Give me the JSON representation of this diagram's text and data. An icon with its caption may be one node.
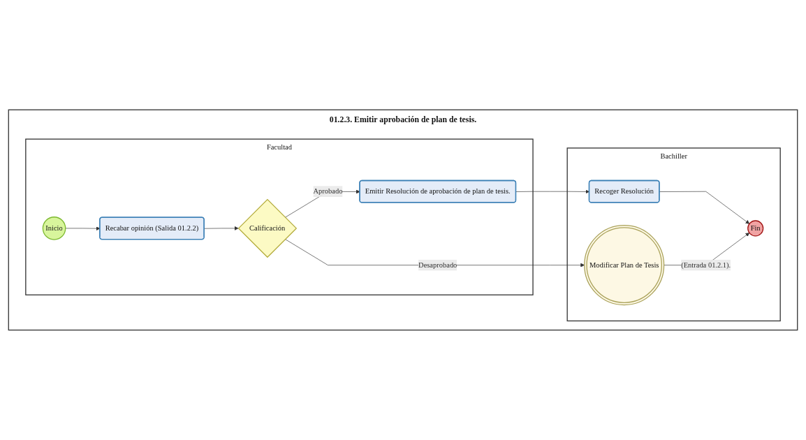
{
  "diagram": {
    "nodes": [
      {
        "text": [
          "01.2.3. Emitir aprobación de plan de tesis."
        ]
      },
      {
        "text": [
          "Facultad"
        ],
        "in": 0
      },
      {
        "text": [
          "Inicio"
        ],
        "in": 1
      },
      {
        "text": [
          "Recabar opinión (Salida 01.2.2)"
        ],
        "in": 1
      },
      {
        "text": [
          "Calificación"
        ],
        "in": 1
      },
      {
        "text": [
          "Emitir Resolución de aprobación de plan de tesis."
        ],
        "in": 1
      },
      {
        "text": [
          "Bachiller"
        ],
        "in": 0
      },
      {
        "text": [
          "Recoger Resolución"
        ],
        "in": 6
      },
      {
        "text": [
          "Modificar Plan de Tesis"
        ],
        "in": 6
      },
      {
        "text": [
          "Fin"
        ],
        "in": 6
      }
    ],
    "edges": [
      {
        "from": 2,
        "to": 3,
        "arrow": "to"
      },
      {
        "from": 3,
        "to": 4,
        "arrow": "to"
      },
      {
        "from": 4,
        "to": 5,
        "arrow": "to",
        "label": "Aprobado"
      },
      {
        "from": 4,
        "to": 8,
        "arrow": "to",
        "label": "Desaprobado"
      },
      {
        "from": 5,
        "to": 7,
        "arrow": "to"
      },
      {
        "from": 7,
        "to": 9,
        "arrow": "to"
      },
      {
        "from": 8,
        "to": 9,
        "arrow": "to",
        "label": "(Entrada 01.2.1)."
      }
    ]
  }
}
